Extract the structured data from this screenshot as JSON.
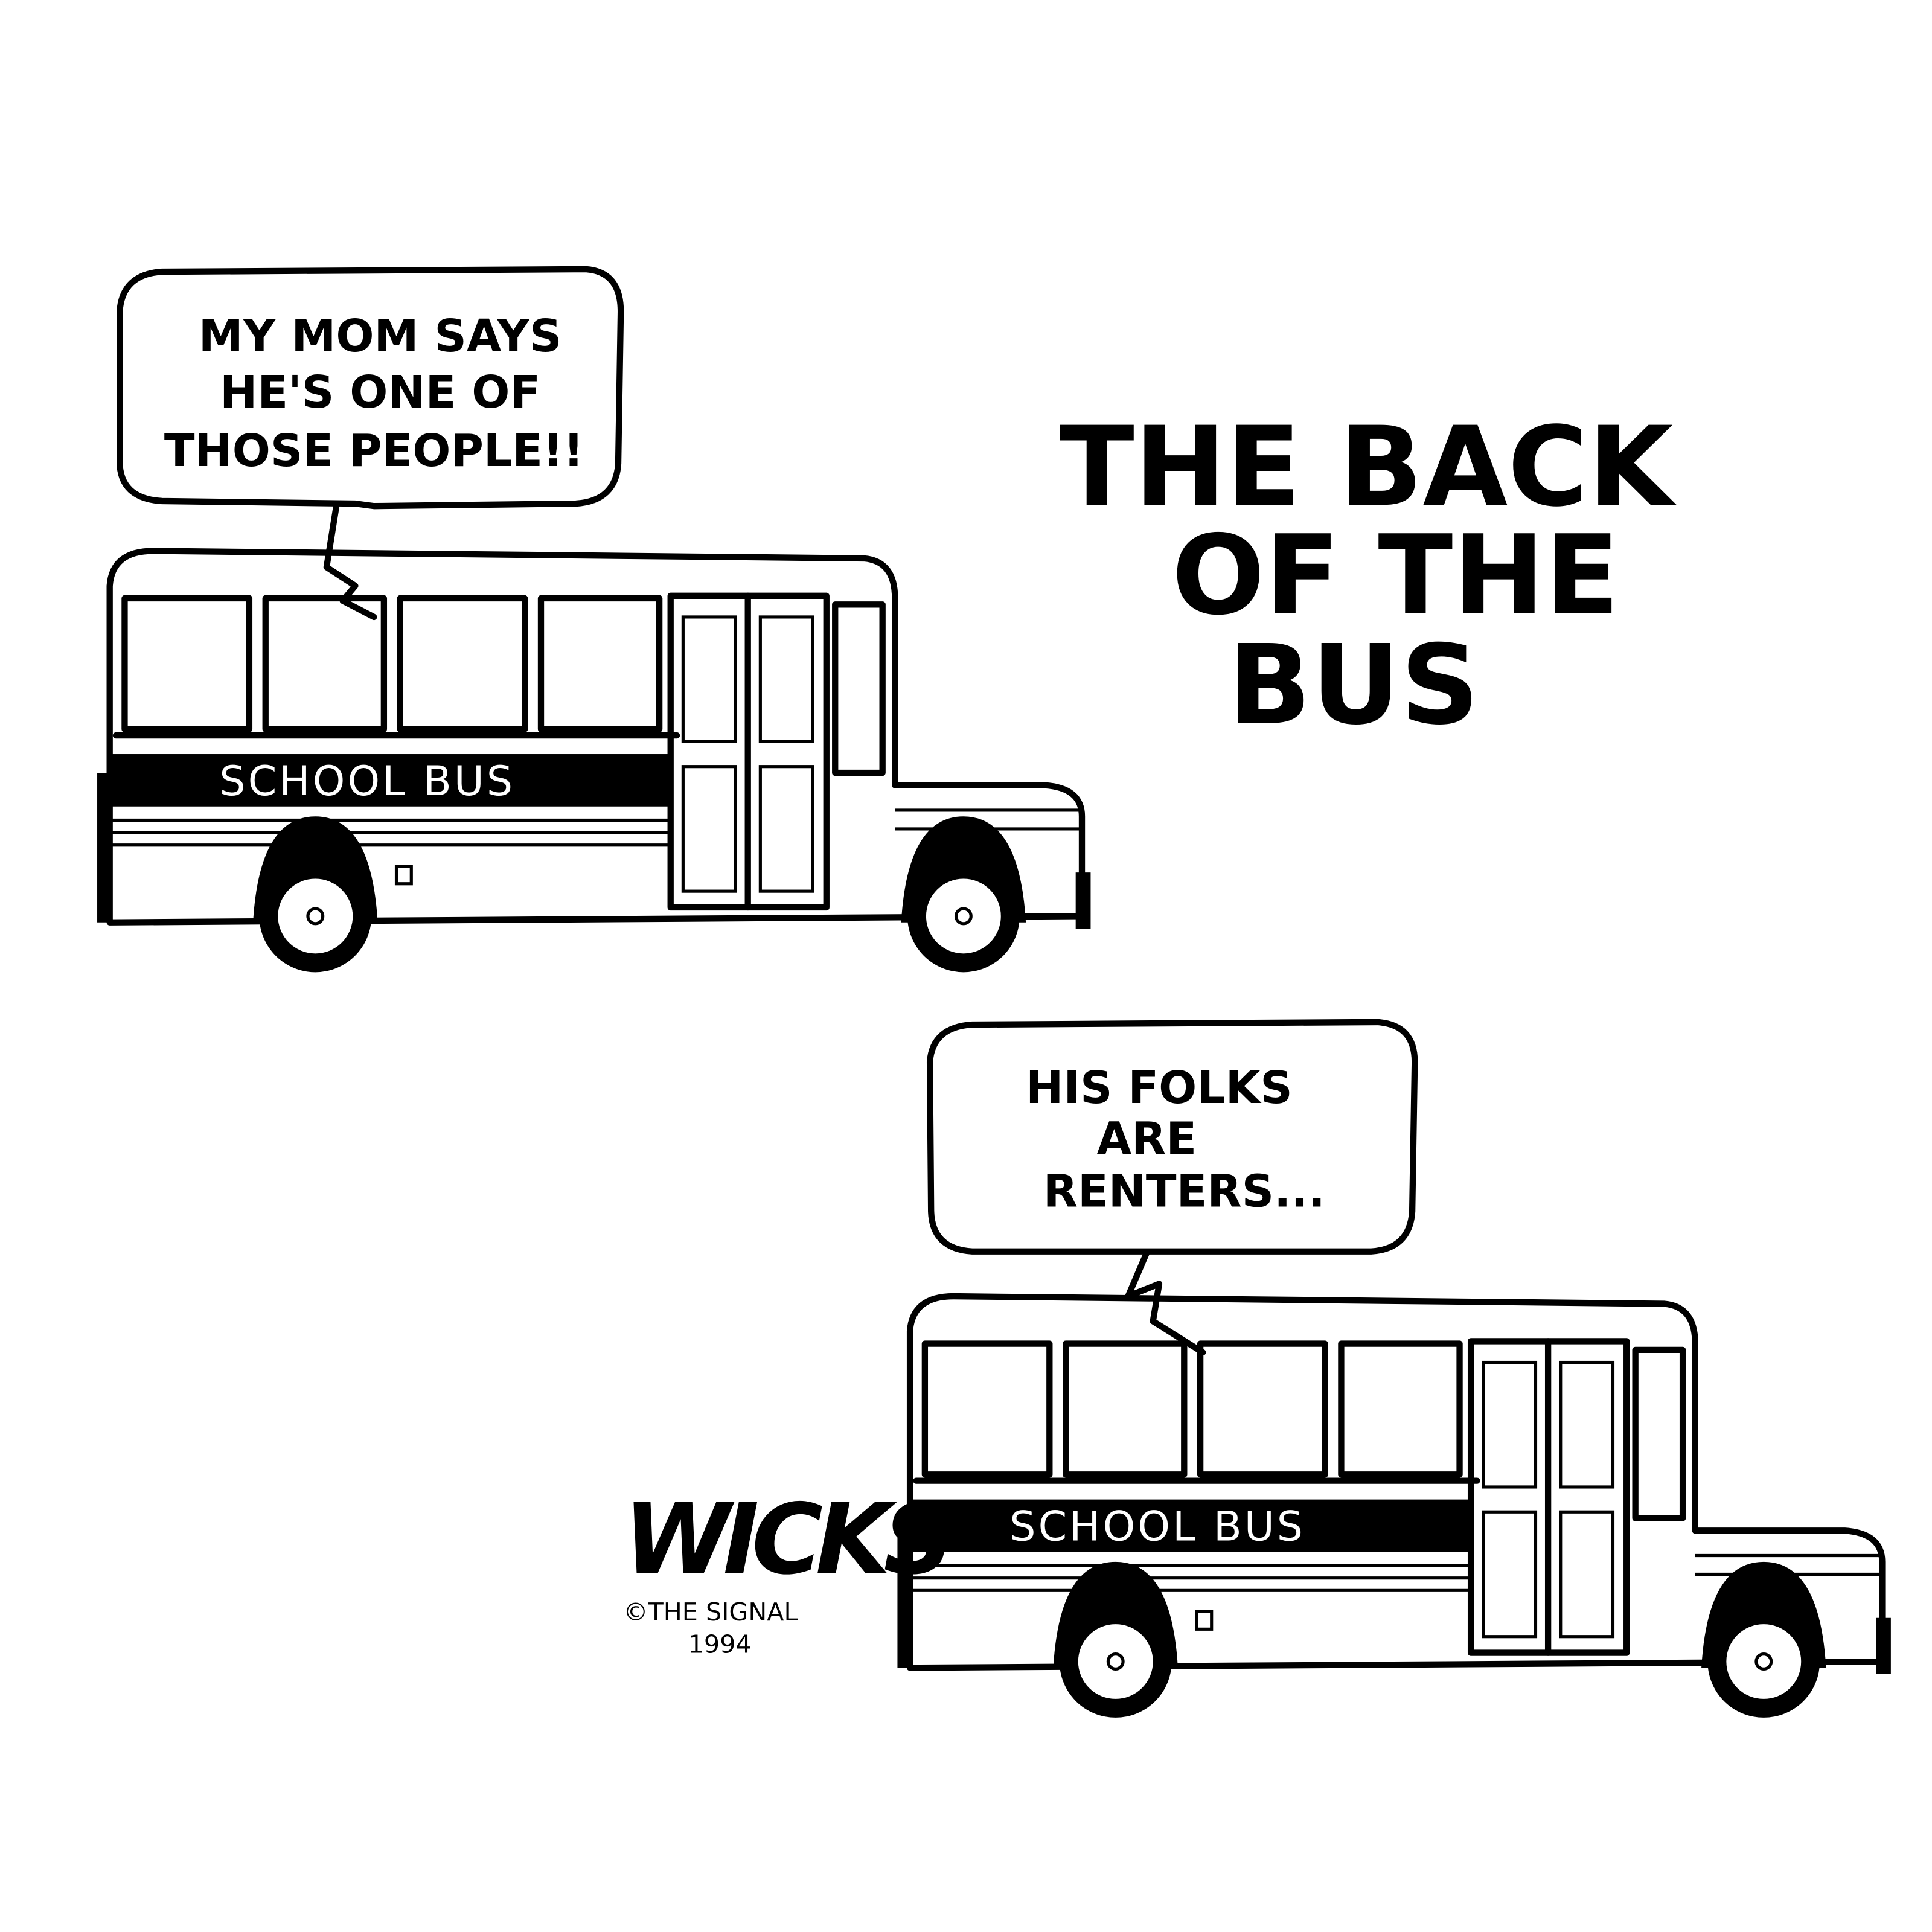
{
  "title": {
    "lines": [
      "THE BACK",
      "OF THE",
      "BUS"
    ]
  },
  "panel1": {
    "speech": [
      "MY MOM SAYS",
      "HE'S ONE OF",
      "THOSE PEOPLE!!"
    ],
    "bus_label": "SCHOOL BUS"
  },
  "panel2": {
    "speech": [
      "HIS FOLKS",
      "ARE",
      "RENTERS..."
    ],
    "bus_label": "SCHOOL BUS"
  },
  "signature": {
    "artist": "WICKS",
    "copyright": "©THE SIGNAL",
    "year": "1994"
  },
  "colors": {
    "ink": "#000000",
    "paper": "#ffffff"
  }
}
